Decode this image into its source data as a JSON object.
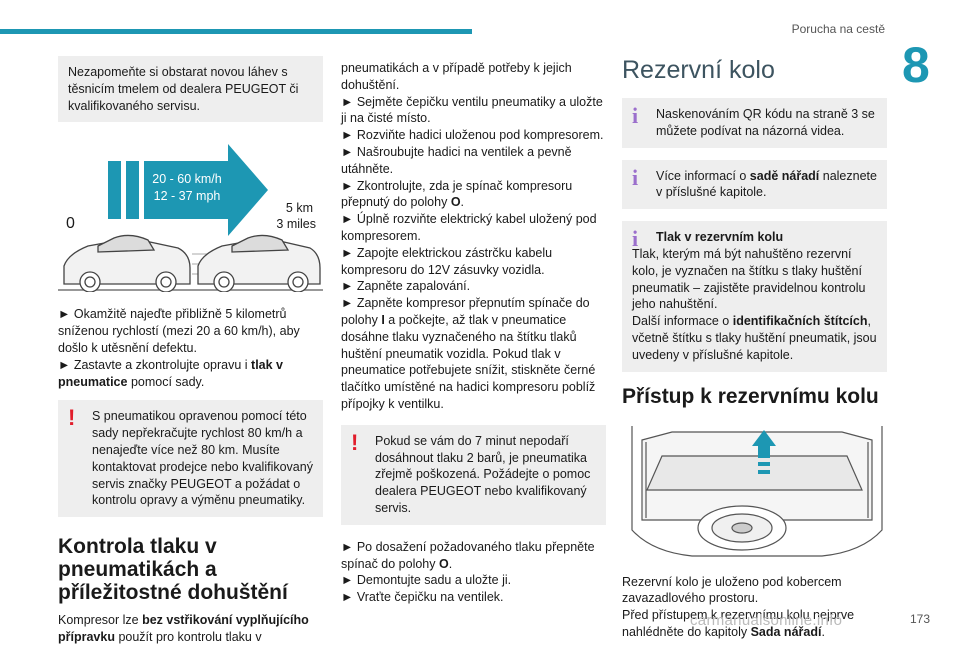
{
  "header": {
    "title": "Porucha na cestě",
    "chapter_number": "8"
  },
  "page_number": "173",
  "watermark": "carmanualsonline.info",
  "col1": {
    "note_top": "Nezapomeňte si obstarat novou láhev s těsnicím tmelem od dealera PEUGEOT či kvalifikovaného servisu.",
    "diagram": {
      "speed_kmh": "20 - 60 km/h",
      "speed_mph": "12 - 37 mph",
      "zero": "0",
      "distance_km": "5 km",
      "distance_miles": "3 miles"
    },
    "step1": "► Okamžitě najeďte přibližně 5 kilometrů sníženou rychlostí (mezi 20 a 60 km/h), aby došlo k utěsnění defektu.",
    "step2_pre": "► Zastavte a zkontrolujte opravu i ",
    "step2_bold": "tlak v pneumatice",
    "step2_post": " pomocí sady.",
    "warning": "S pneumatikou opravenou pomocí této sady nepřekračujte rychlost 80 km/h a nenajeďte více než 80 km. Musíte kontaktovat prodejce nebo kvalifikovaný servis značky PEUGEOT a požádat o kontrolu opravy a výměnu pneumatiky.",
    "heading": "Kontrola tlaku v pneumatikách a příležitostné dohuštění",
    "intro_pre": "Kompresor lze ",
    "intro_bold": "bez vstřikování vyplňujícího přípravku",
    "intro_post": " použít pro kontrolu tlaku v"
  },
  "col2": {
    "para1": "pneumatikách a v případě potřeby k jejich dohuštění.",
    "steps": [
      "► Sejměte čepičku ventilu pneumatiky a uložte ji na čisté místo.",
      "► Rozviňte hadici uloženou pod kompresorem.",
      "► Našroubujte hadici na ventilek a pevně utáhněte."
    ],
    "step_pos_pre": "► Zkontrolujte, zda je spínač kompresoru přepnutý do polohy ",
    "step_pos_bold": "O",
    "step_pos_post": ".",
    "steps2": [
      "► Úplně rozviňte elektrický kabel uložený pod kompresorem.",
      "► Zapojte elektrickou zástrčku kabelu kompresoru do 12V zásuvky vozidla.",
      "► Zapněte zapalování."
    ],
    "step_on_pre": "► Zapněte kompresor přepnutím spínače do polohy ",
    "step_on_bold": "I",
    "step_on_post": " a počkejte, až tlak v pneumatice dosáhne tlaku vyznačeného na štítku tlaků huštění pneumatik vozidla. Pokud tlak v pneumatice potřebujete snížit, stiskněte černé tlačítko umístěné na hadici kompresoru poblíž přípojky k ventilku.",
    "warning": "Pokud se vám do 7 minut nepodaří dosáhnout tlaku 2 barů, je pneumatika zřejmě poškozená. Požádejte o pomoc dealera PEUGEOT nebo kvalifikovaný servis.",
    "after_pre": "► Po dosažení požadovaného tlaku přepněte spínač do polohy ",
    "after_bold": "O",
    "after_post": ".",
    "final_steps": [
      "► Demontujte sadu a uložte ji.",
      "► Vraťte čepičku na ventilek."
    ]
  },
  "col3": {
    "title": "Rezervní kolo",
    "info1": "Naskenováním QR kódu na straně 3 se můžete podívat na názorná videa.",
    "info2_pre": "Více informací o ",
    "info2_bold": "sadě nářadí",
    "info2_post": " naleznete v příslušné kapitole.",
    "info3_title": "Tlak v rezervním kolu",
    "info3_body": "Tlak, kterým má být nahuštěno rezervní kolo, je vyznačen na štítku s tlaky huštění pneumatik – zajistěte pravidelnou kontrolu jeho nahuštění.",
    "info3_more_pre": "Další informace o ",
    "info3_more_bold": "identifikačních štítcích",
    "info3_more_post": ", včetně štítku s tlaky huštění pneumatik, jsou uvedeny v příslušné kapitole.",
    "access_heading": "Přístup k rezervnímu kolu",
    "access_p1": "Rezervní kolo je uloženo pod kobercem zavazadlového prostoru.",
    "access_p2_pre": "Před přístupem k rezervnímu kolu nejprve nahlédněte do kapitoly ",
    "access_p2_bold": "Sada nářadí",
    "access_p2_post": "."
  },
  "colors": {
    "accent": "#1d97b3",
    "warning": "#e11d2b",
    "info": "#9b6fcc",
    "box_bg": "#eeeeee"
  }
}
